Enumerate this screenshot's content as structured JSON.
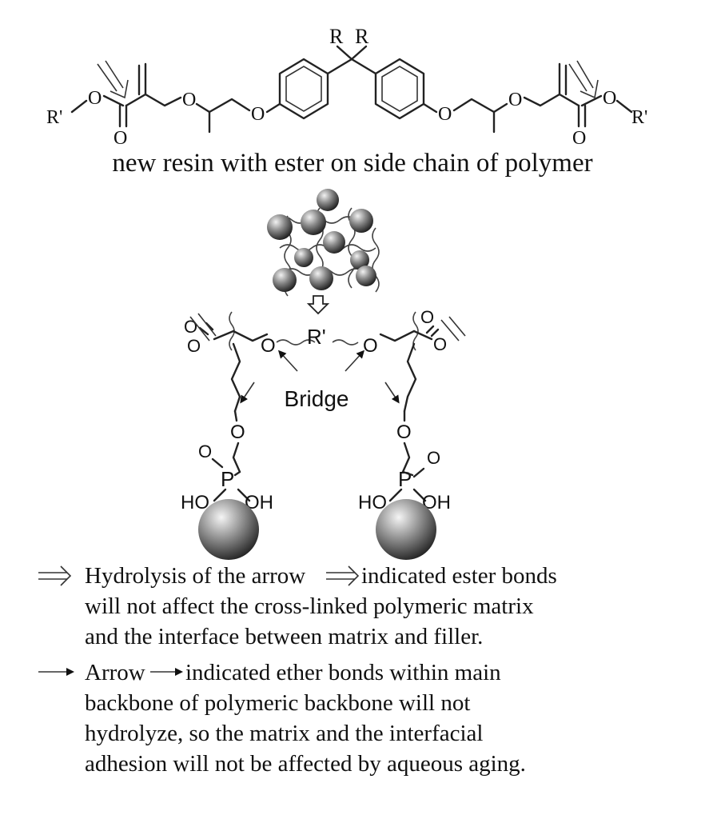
{
  "structure": {
    "labels": {
      "r": "R",
      "r_prime": "R'",
      "o": "O"
    },
    "caption": "new resin with ester on side chain of polymer"
  },
  "crosslink": {
    "r_prime": "R'",
    "bridge": "Bridge",
    "o": "O",
    "p": "P",
    "ho": "HO",
    "oh": "OH"
  },
  "legend": {
    "lines_double_arrow": [
      "Hydrolysis of the arrow",
      "indicated ester bonds",
      "will not affect the cross-linked polymeric matrix",
      "and the interface between matrix and filler."
    ],
    "lines_single_arrow": [
      "Arrow",
      "indicated ether bonds within main",
      "backbone of polymeric backbone will not",
      "hydrolyze, so the matrix and the interfacial",
      "adhesion will not be affected by aqueous aging."
    ]
  },
  "icons": [
    "double-arrow-icon",
    "arrow-icon",
    "hollow-down-arrow-icon",
    "filler-particle-icon"
  ]
}
